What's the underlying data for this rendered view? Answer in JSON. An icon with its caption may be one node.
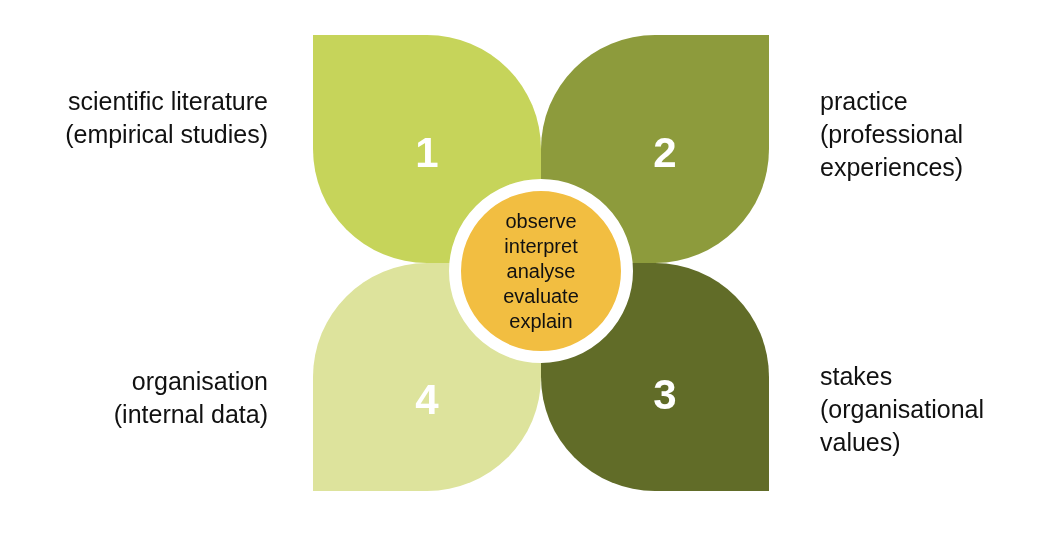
{
  "diagram": {
    "nodes": [
      {
        "text": [
          "1"
        ],
        "beside": [
          "scientific literature (empirical studies)"
        ]
      },
      {
        "text": [
          "2"
        ],
        "beside": [
          "practice (professional experiences)"
        ]
      },
      {
        "text": [
          "3"
        ],
        "beside": [
          "stakes (organisational values)"
        ]
      },
      {
        "text": [
          "4"
        ],
        "beside": [
          "organisation (internal data)"
        ]
      },
      {
        "text": [
          "observe interpret analyse evaluate explain"
        ]
      }
    ],
    "edges": []
  }
}
